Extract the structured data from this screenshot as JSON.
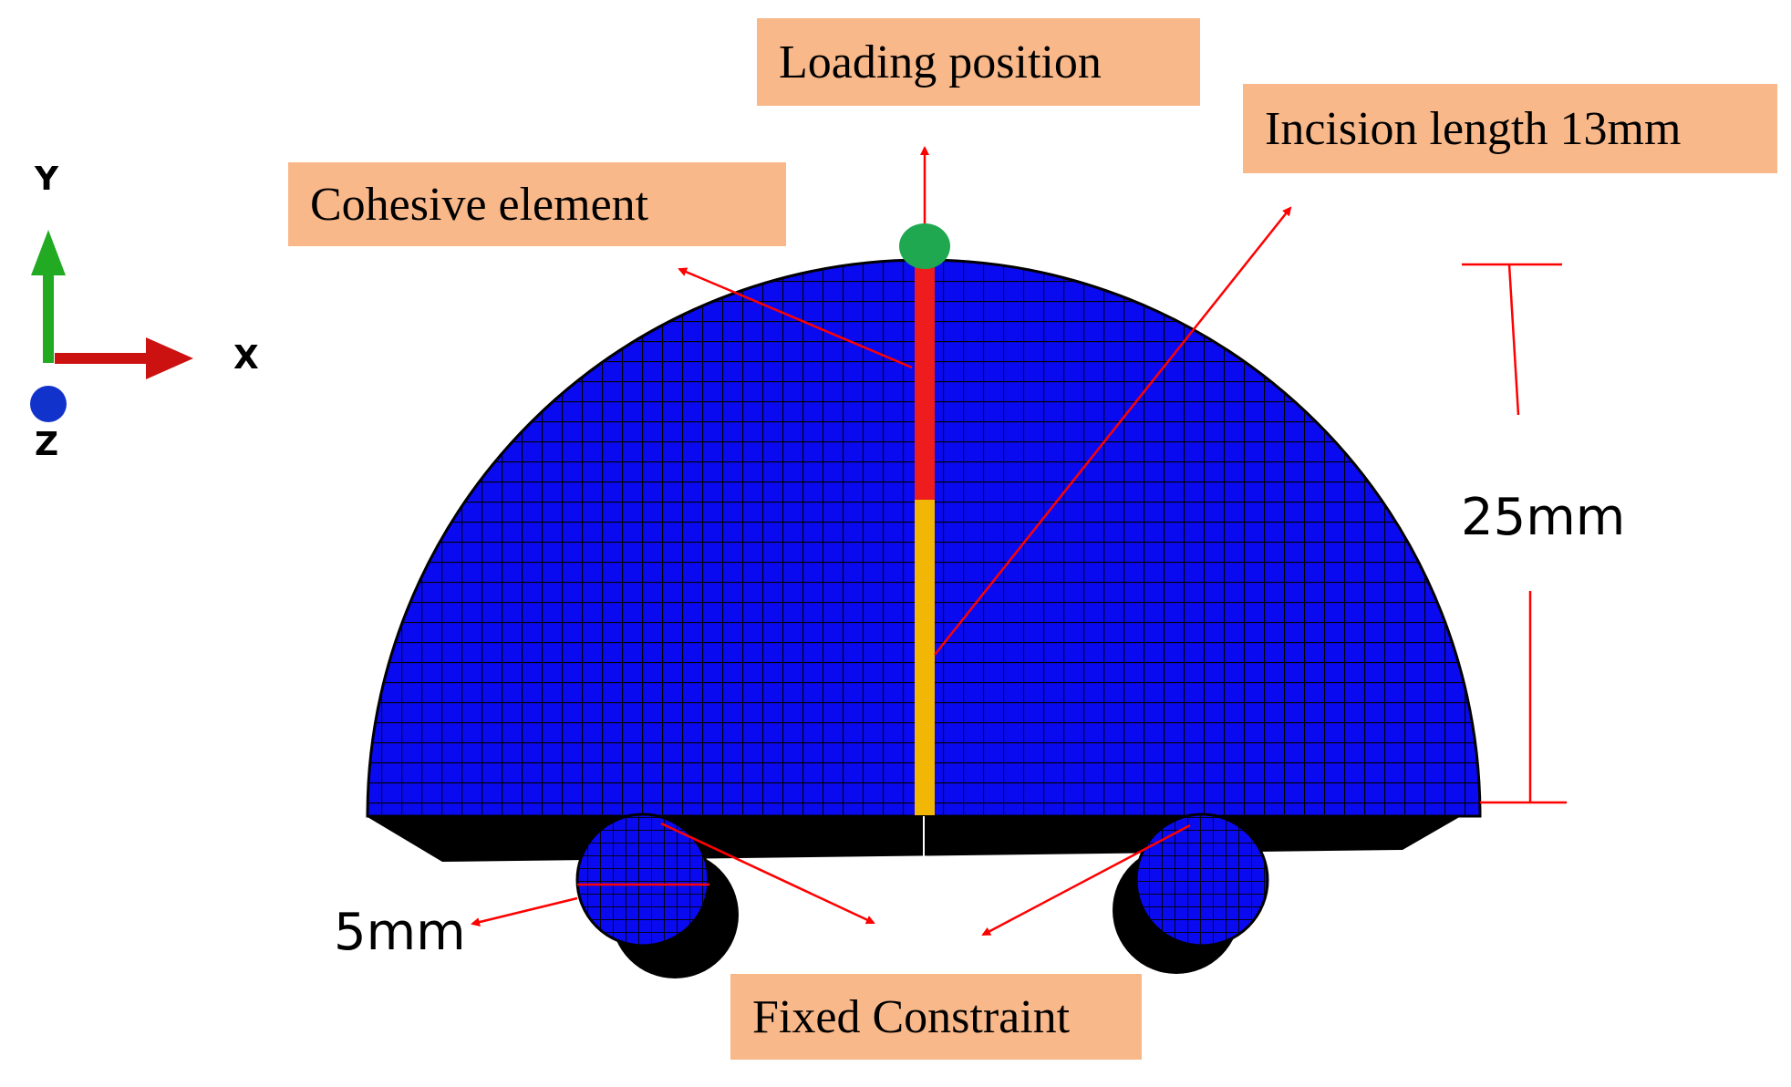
{
  "labels": {
    "loading_position": "Loading position",
    "incision_length": "Incision length 13mm",
    "cohesive_element": "Cohesive element",
    "fixed_constraint": "Fixed Constraint"
  },
  "dimensions": {
    "height": "25mm",
    "support_diameter": "5mm"
  },
  "axes": {
    "x": "X",
    "y": "Y",
    "z": "Z"
  },
  "colors": {
    "label_fill": "#f9b88a",
    "mesh_fill": "#0a0af0",
    "mesh_lines": "#000000",
    "cohesive_element": "#ee1c1c",
    "incision": "#f2b705",
    "load_point": "#1fa84f",
    "annotation": "#ff0000",
    "axis_x": "#cc1111",
    "axis_y": "#22aa22",
    "axis_z": "#1133cc"
  }
}
